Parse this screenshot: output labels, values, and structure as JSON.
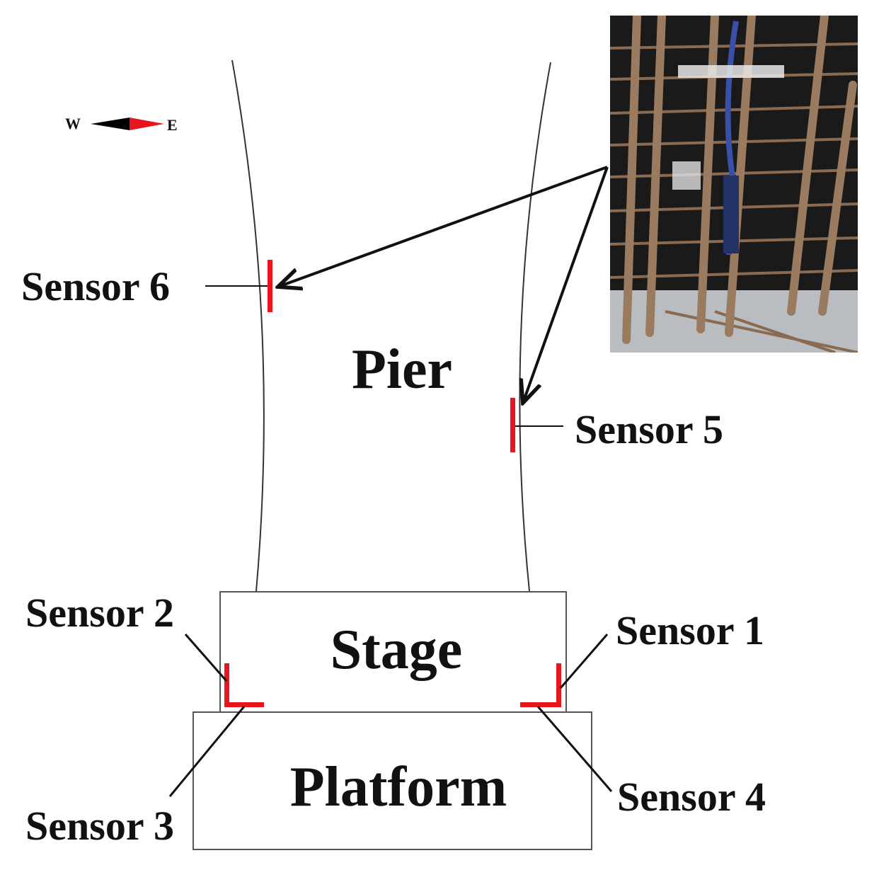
{
  "compass": {
    "west": "W",
    "east": "E"
  },
  "structure": {
    "pier": "Pier",
    "stage": "Stage",
    "platform": "Platform"
  },
  "sensors": {
    "s1": "Sensor 1",
    "s2": "Sensor 2",
    "s3": "Sensor 3",
    "s4": "Sensor 4",
    "s5": "Sensor 5",
    "s6": "Sensor 6"
  },
  "colors": {
    "sensor_marker": "#e8141e",
    "outline": "#333333",
    "arrow": "#111111",
    "photo_background": "#1a1a1a",
    "rebar": "#8a6a50"
  }
}
